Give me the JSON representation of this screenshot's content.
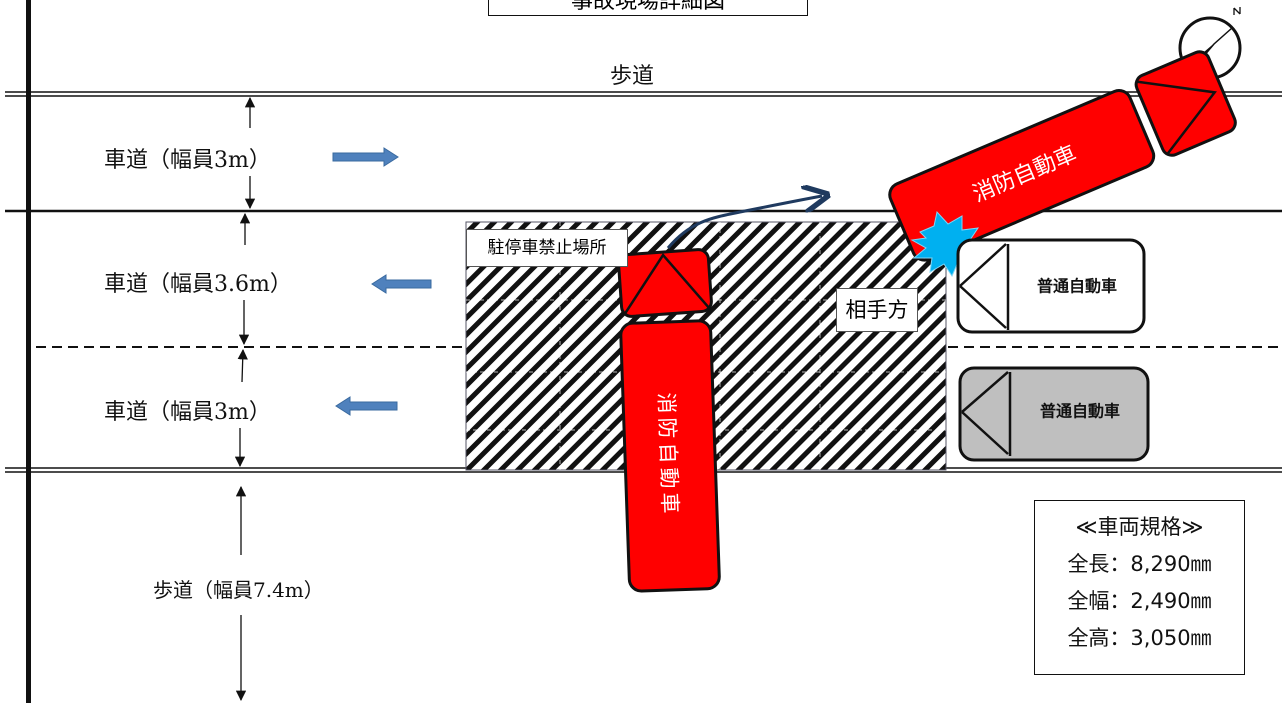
{
  "title": "事故現場詳細図",
  "sidewalk_top": "歩道",
  "lanes": [
    {
      "label": "車道（幅員3m）"
    },
    {
      "label": "車道（幅員3.6m）"
    },
    {
      "label": "車道（幅員3m）"
    }
  ],
  "sidewalk_bottom": "歩道（幅員7.4m）",
  "no_parking_label": "駐停車禁止場所",
  "other_party_label": "相手方",
  "fire_truck_label": "消防自動車",
  "car_label": "普通自動車",
  "specs": {
    "heading": "≪車両規格≫",
    "length": "全長：8,290㎜",
    "width": "全幅：2,490㎜",
    "height": "全高：3,050㎜"
  },
  "colors": {
    "fire_truck": "#ff0000",
    "arrow_blue": "#4f81bd",
    "car_white": "#ffffff",
    "car_gray": "#bfbfbf",
    "impact": "#00b0f0",
    "trajectory": "#1f3a5f"
  },
  "icons": {
    "compass": "compass-north-icon"
  }
}
